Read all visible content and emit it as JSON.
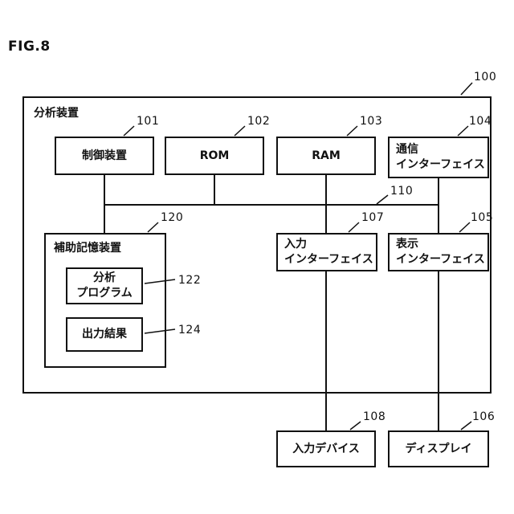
{
  "figure": {
    "title": "FIG.8"
  },
  "outer_box": {
    "label": "分析装置",
    "ref": "100"
  },
  "boxes": {
    "control": {
      "label": "制御装置",
      "ref": "101"
    },
    "rom": {
      "label": "ROM",
      "ref": "102"
    },
    "ram": {
      "label": "RAM",
      "ref": "103"
    },
    "comm_if": {
      "label": "通信\nインターフェイス",
      "ref": "104"
    },
    "bus": {
      "ref": "110"
    },
    "storage": {
      "label": "補助記憶装置",
      "ref": "120"
    },
    "program": {
      "label": "分析\nプログラム",
      "ref": "122"
    },
    "output": {
      "label": "出力結果",
      "ref": "124"
    },
    "input_if": {
      "label": "入力\nインターフェイス",
      "ref": "107"
    },
    "display_if": {
      "label": "表示\nインターフェイス",
      "ref": "105"
    },
    "input_device": {
      "label": "入力デバイス",
      "ref": "108"
    },
    "display": {
      "label": "ディスプレイ",
      "ref": "106"
    }
  }
}
